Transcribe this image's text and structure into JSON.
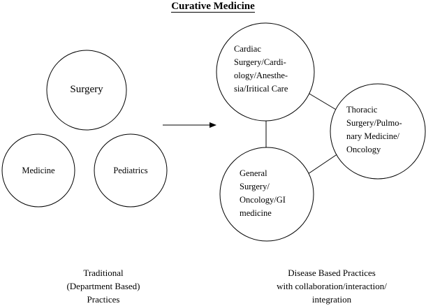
{
  "title": "Curative Medicine",
  "left_group": {
    "nodes": {
      "surgery": "Surgery",
      "medicine": "Medicine",
      "pediatrics": "Pediatrics"
    },
    "caption": "Traditional\n(Department Based)\nPractices"
  },
  "right_group": {
    "nodes": {
      "cardiac": "Cardiac\nSurgery/Cardi-\nology/Anesthe-\nsia/Iritical Care",
      "thoracic": "Thoracic\nSurgery/Pulmo-\nnary Medicine/\nOncology",
      "general": "General\nSurgery/\nOncology/GI\nmedicine"
    },
    "caption": "Disease Based Practices\nwith collaboration/interaction/\nintegration"
  }
}
